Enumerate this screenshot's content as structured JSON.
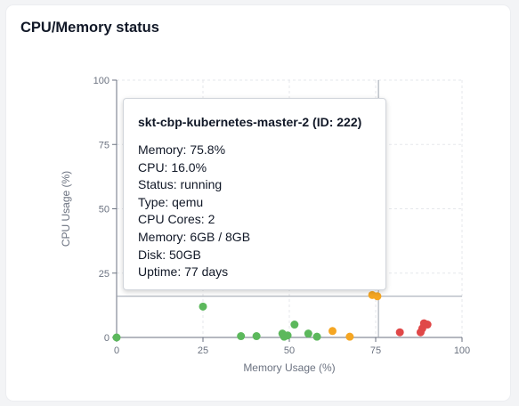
{
  "card": {
    "title": "CPU/Memory status"
  },
  "chart_data": {
    "type": "scatter",
    "xlabel": "Memory Usage (%)",
    "ylabel": "CPU Usage (%)",
    "xlim": [
      0,
      100
    ],
    "ylim": [
      0,
      100
    ],
    "xticks": [
      "0",
      "25",
      "50",
      "75",
      "100"
    ],
    "yticks": [
      "0",
      "25",
      "50",
      "75",
      "100"
    ],
    "grid": true,
    "colors": {
      "green": "#5cb85c",
      "orange": "#f5a623",
      "red": "#e04848"
    },
    "points": [
      {
        "x": 0,
        "y": 0,
        "color": "green"
      },
      {
        "x": 25,
        "y": 12,
        "color": "green"
      },
      {
        "x": 36,
        "y": 0.5,
        "color": "green"
      },
      {
        "x": 40.5,
        "y": 0.5,
        "color": "green"
      },
      {
        "x": 48,
        "y": 1.5,
        "color": "green"
      },
      {
        "x": 48.5,
        "y": 0.3,
        "color": "green"
      },
      {
        "x": 49.5,
        "y": 0.8,
        "color": "green"
      },
      {
        "x": 51.5,
        "y": 5,
        "color": "green"
      },
      {
        "x": 55.5,
        "y": 1.5,
        "color": "green"
      },
      {
        "x": 58,
        "y": 0.3,
        "color": "green"
      },
      {
        "x": 62.5,
        "y": 2.5,
        "color": "orange"
      },
      {
        "x": 67.5,
        "y": 0.3,
        "color": "orange"
      },
      {
        "x": 74,
        "y": 16.5,
        "color": "orange"
      },
      {
        "x": 75.5,
        "y": 16,
        "color": "orange"
      },
      {
        "x": 76.5,
        "y": 22.5,
        "color": "orange"
      },
      {
        "x": 82,
        "y": 2,
        "color": "red"
      },
      {
        "x": 88,
        "y": 2,
        "color": "red"
      },
      {
        "x": 88.5,
        "y": 3.5,
        "color": "red"
      },
      {
        "x": 89,
        "y": 5.5,
        "color": "red"
      },
      {
        "x": 90,
        "y": 5,
        "color": "red"
      }
    ],
    "hovered_point": {
      "x": 75.8,
      "y": 16.0
    }
  },
  "tooltip": {
    "title": "skt-cbp-kubernetes-master-2 (ID: 222)",
    "lines": [
      "Memory: 75.8%",
      "CPU: 16.0%",
      "Status: running",
      "Type: qemu",
      "CPU Cores: 2",
      "Memory: 6GB / 8GB",
      "Disk: 50GB",
      "Uptime: 77 days"
    ]
  }
}
